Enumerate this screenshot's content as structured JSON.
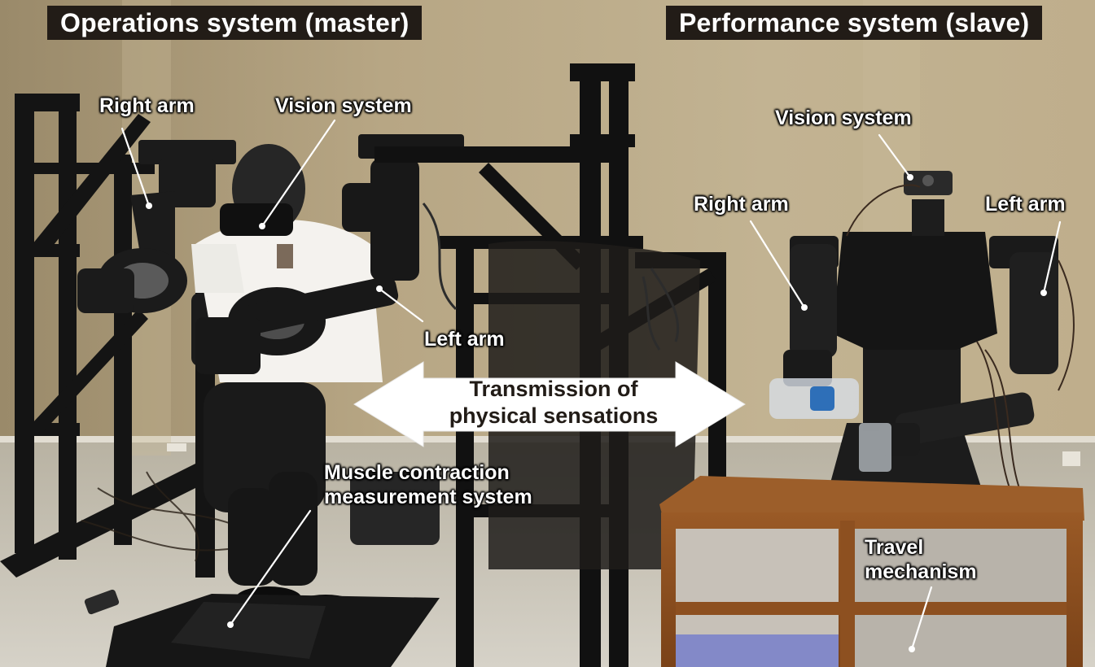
{
  "titles": {
    "left": "Operations system (master)",
    "right": "Performance system (slave)"
  },
  "labels": {
    "master_right_arm": "Right arm",
    "master_vision": "Vision system",
    "master_left_arm": "Left arm",
    "muscle_line1": "Muscle contraction",
    "muscle_line2": "measurement system",
    "slave_vision": "Vision system",
    "slave_right_arm": "Right arm",
    "slave_left_arm": "Left arm",
    "travel_line1": "Travel",
    "travel_line2": "mechanism"
  },
  "arrow": {
    "line1": "Transmission of",
    "line2": "physical sensations"
  }
}
